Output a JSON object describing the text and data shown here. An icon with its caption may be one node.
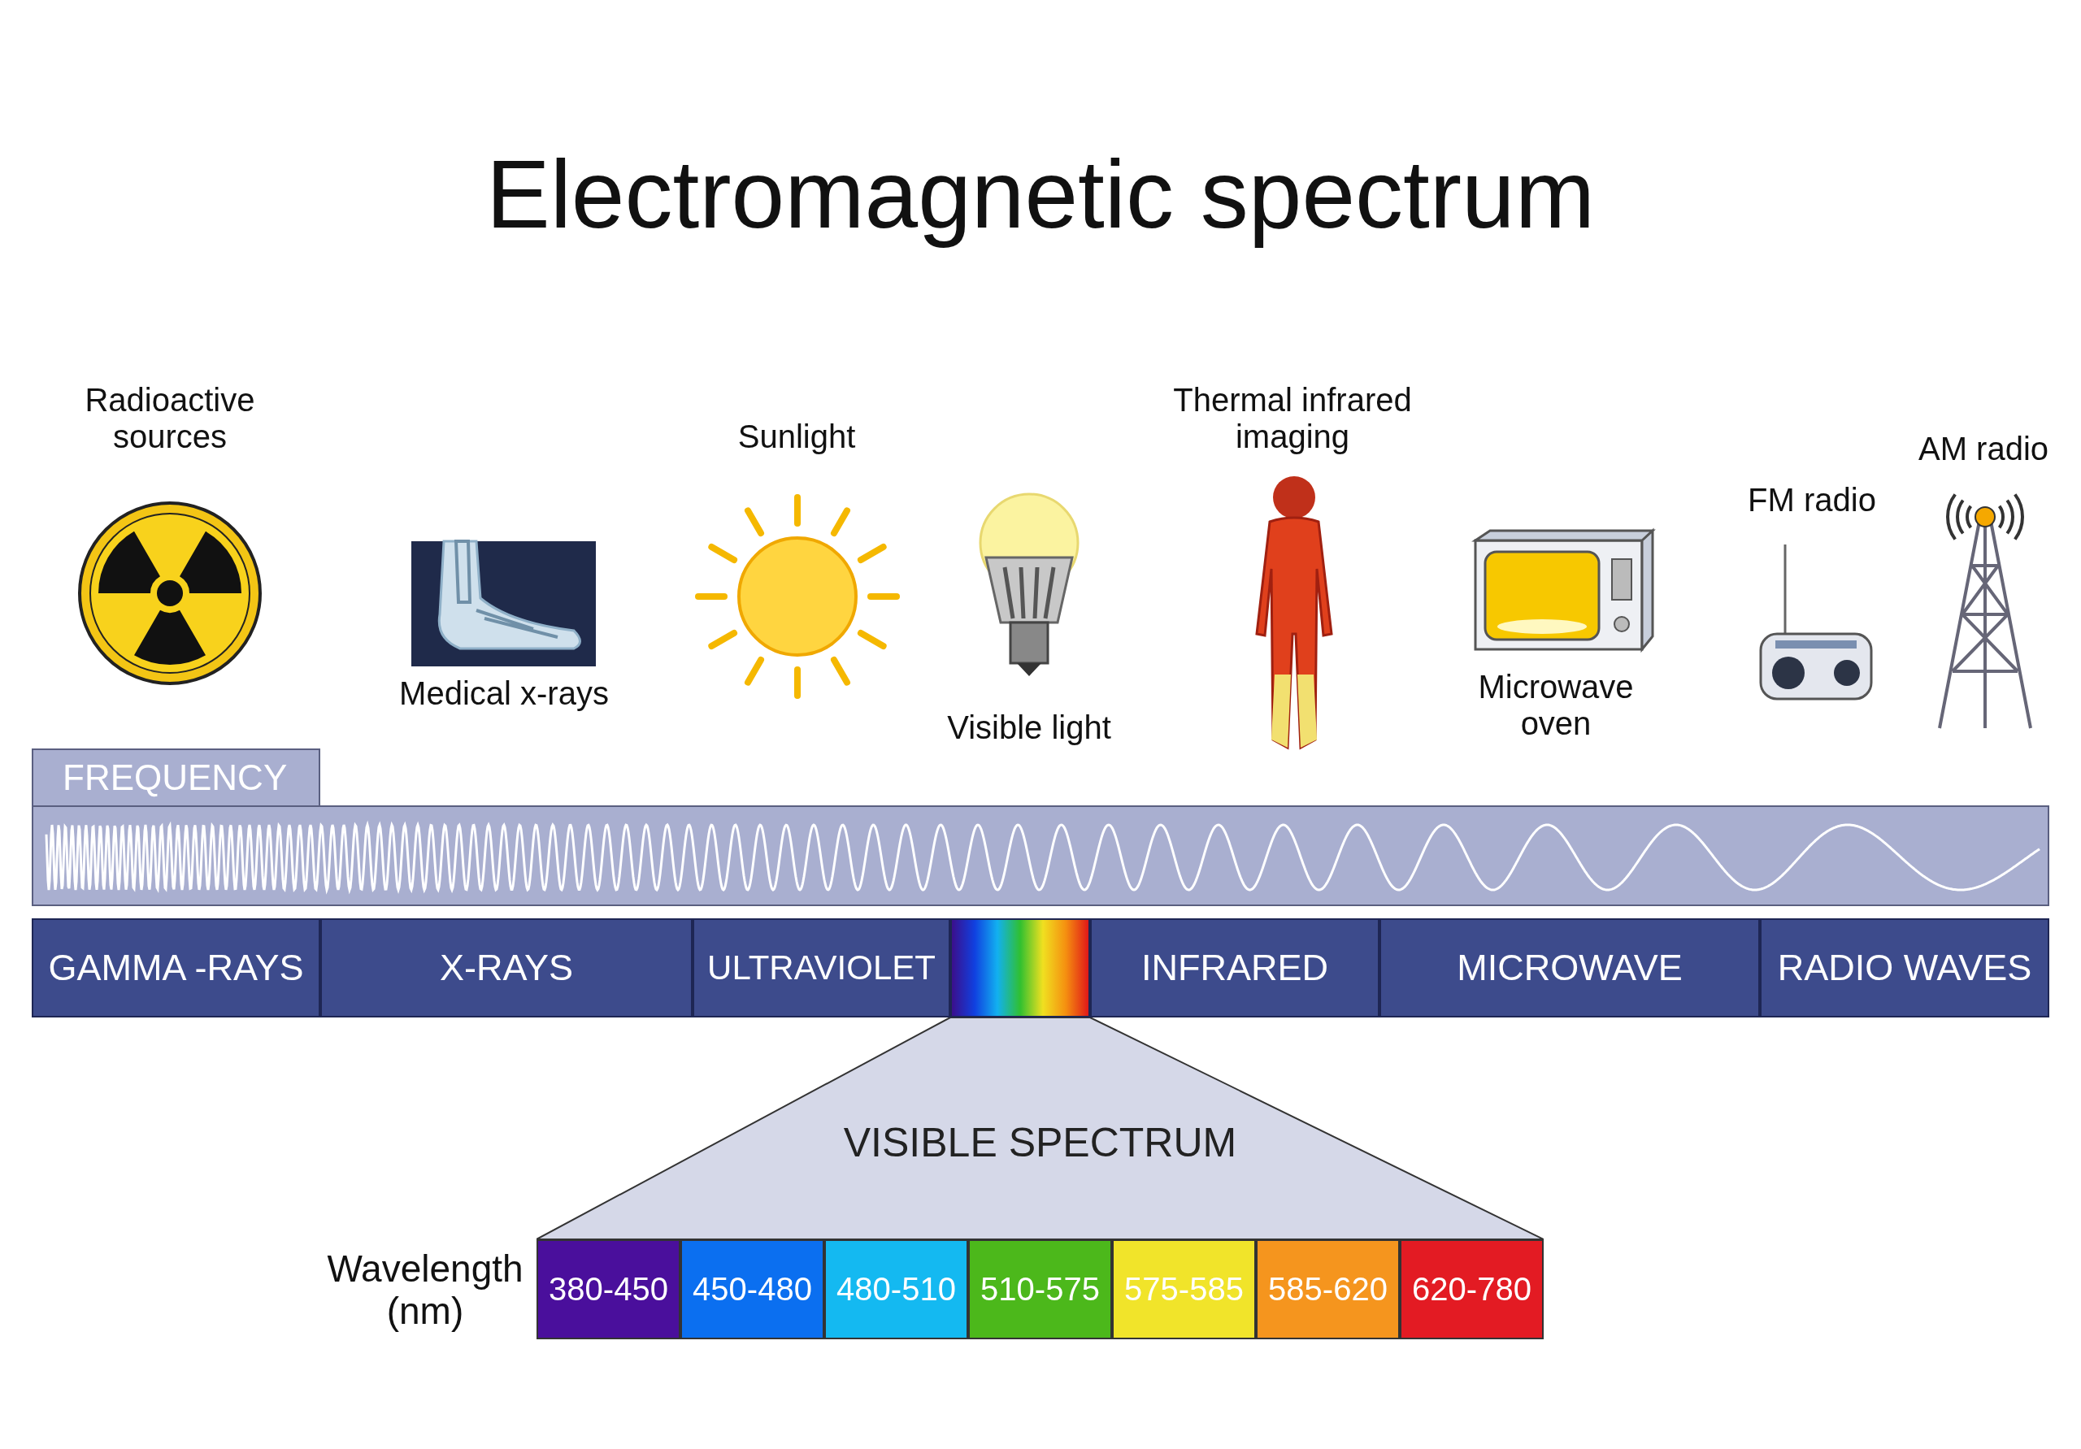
{
  "diagram": {
    "title": "Electromagnetic spectrum",
    "nodes": [
      {
        "text": [
          "FREQUENCY"
        ]
      },
      {
        "text": [],
        "shape": "bar"
      },
      {
        "text": [
          "GAMMA -RAYS"
        ]
      },
      {
        "text": [
          "X-RAYS"
        ]
      },
      {
        "text": [
          "ULTRAVIOLET"
        ]
      },
      {
        "text": [],
        "shape": "bar"
      },
      {
        "text": [
          "INFRARED"
        ]
      },
      {
        "text": [
          "MICROWAVE"
        ]
      },
      {
        "text": [
          "RADIO WAVES"
        ]
      },
      {
        "text": [
          "VISIBLE SPECTRUM"
        ]
      },
      {
        "text": [
          "380-450"
        ]
      },
      {
        "text": [
          "450-480"
        ]
      },
      {
        "text": [
          "480-510"
        ]
      },
      {
        "text": [
          "510-575"
        ]
      },
      {
        "text": [
          "575-585"
        ]
      },
      {
        "text": [
          "585-620"
        ]
      },
      {
        "text": [
          "620-780"
        ]
      }
    ],
    "edges": [],
    "labels": [
      "Radioactive sources",
      "Medical x-rays",
      "Sunlight",
      "Visible light",
      "Thermal infrared imaging",
      "Microwave oven",
      "FM radio",
      "AM radio",
      "Wavelength (nm)"
    ]
  }
}
